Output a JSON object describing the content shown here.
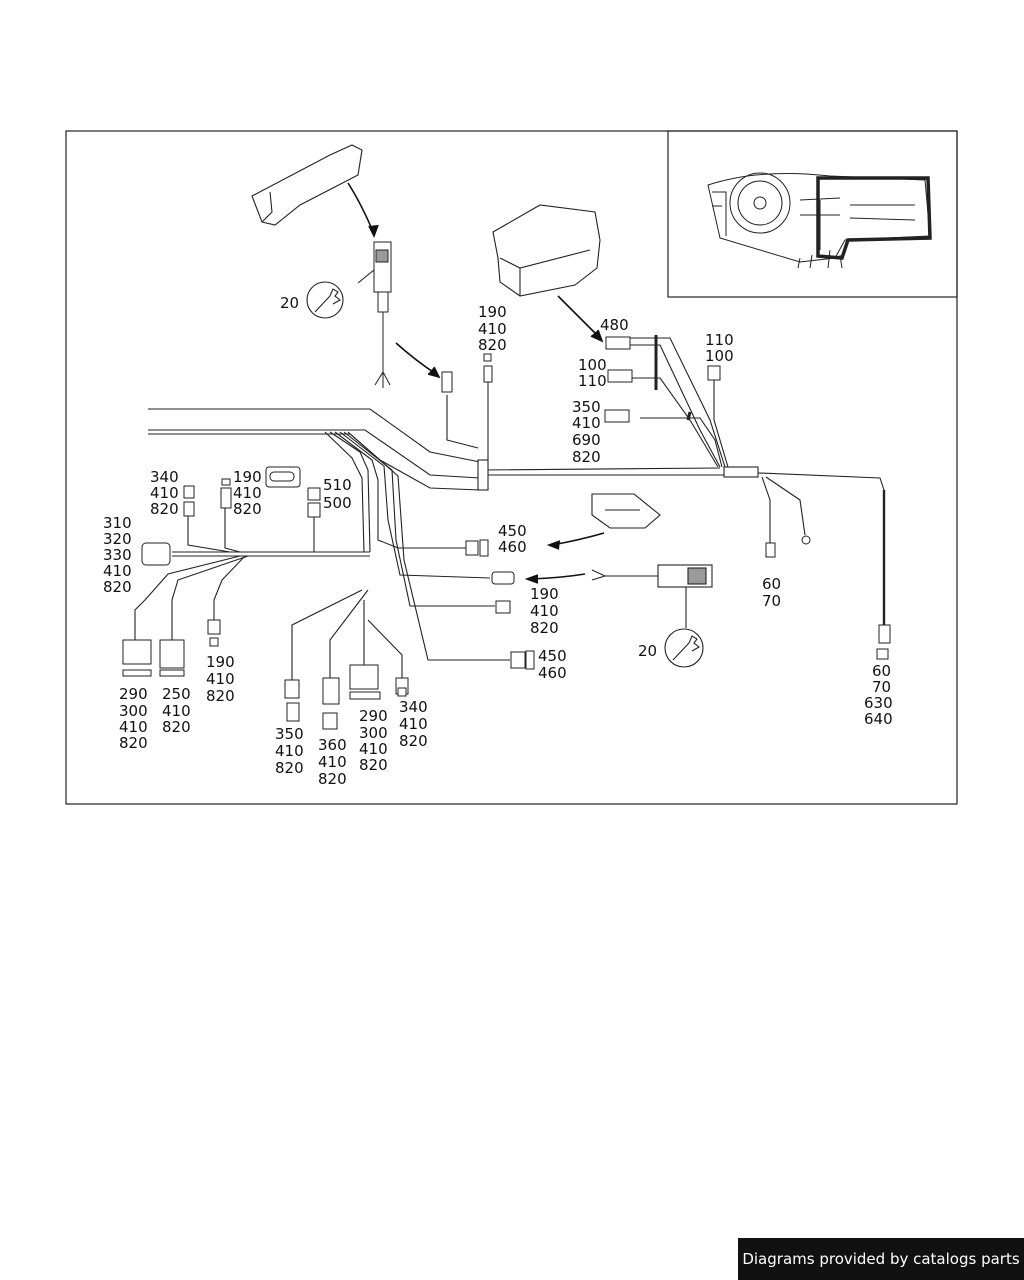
{
  "footer": {
    "text": "Diagrams provided by catalogs parts"
  },
  "labels": {
    "tool_top": "20",
    "tool_mid": "20",
    "c190_top": [
      "190",
      "410",
      "820"
    ],
    "c480": "480",
    "c100_110": [
      "100",
      "110"
    ],
    "c110_100": [
      "110",
      "100"
    ],
    "c350_top": [
      "350",
      "410",
      "690",
      "820"
    ],
    "c340_top": [
      "340",
      "410",
      "820"
    ],
    "c190_left": [
      "190",
      "410",
      "820"
    ],
    "c510": [
      "510",
      "500"
    ],
    "c310": [
      "310",
      "320",
      "330",
      "410",
      "820"
    ],
    "c450_a": [
      "450",
      "460"
    ],
    "c190_mid": [
      "190",
      "410",
      "820"
    ],
    "c450_b": [
      "450",
      "460"
    ],
    "c60_70": [
      "60",
      "70"
    ],
    "c60_640": [
      "60",
      "70",
      "630",
      "640"
    ],
    "c190_low": [
      "190",
      "410",
      "820"
    ],
    "c290_left": [
      "290",
      "300",
      "410",
      "820"
    ],
    "c250": [
      "250",
      "410",
      "820"
    ],
    "c350_bot": [
      "350",
      "410",
      "820"
    ],
    "c360": [
      "360",
      "410",
      "820"
    ],
    "c290_bot": [
      "290",
      "300",
      "410",
      "820"
    ],
    "c340_bot": [
      "340",
      "410",
      "820"
    ]
  }
}
